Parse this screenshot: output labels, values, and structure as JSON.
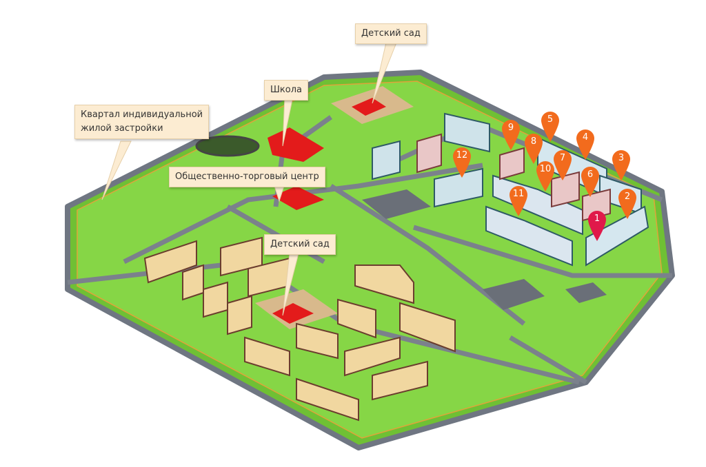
{
  "callouts": {
    "kindergarten_north": "Детский сад",
    "school": "Школа",
    "private_housing_line1": "Квартал индивидуальной",
    "private_housing_line2": "жилой застройки",
    "shopping_center": "Общественно-торговый центр",
    "kindergarten_south": "Детский сад"
  },
  "pins": [
    "1",
    "2",
    "3",
    "4",
    "5",
    "6",
    "7",
    "8",
    "9",
    "10",
    "11",
    "12"
  ],
  "colors": {
    "pin": "#f26b1d",
    "pin_selected": "#e0194a",
    "grass": "#7ccf3a",
    "road": "#8a8f99",
    "callout_bg": "#fcecd2"
  }
}
